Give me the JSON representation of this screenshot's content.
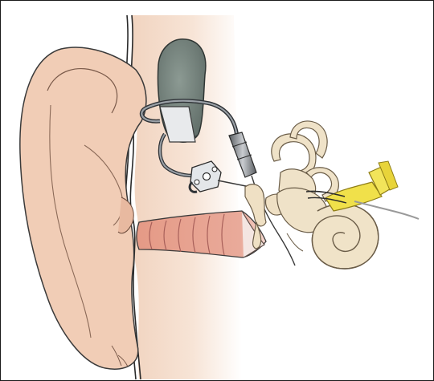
{
  "figure": {
    "frame_color": "#1a1a1a",
    "colors": {
      "skin": "#f3d6c2",
      "skin_shadow": "#e9bfa6",
      "skin_fade": "#f7e2d3",
      "ear_canal": "#e6a596",
      "ear_canal_rib": "#b8706a",
      "implant_body": "#6f7e78",
      "wire": "#6e7276",
      "connector": "#d9dcdf",
      "bone": "#efe2c8",
      "bone_outline": "#6b5d48",
      "nerve": "#f0e04a",
      "nerve_outline": "#8e7d16",
      "outline": "#3a3a3a"
    },
    "parts": [
      "outer-ear",
      "skin-layer",
      "ear-canal",
      "eardrum",
      "implant-receiver",
      "implant-lead",
      "coupling-connector",
      "actuator-rod",
      "ossicles",
      "semicircular-canals",
      "cochlea",
      "auditory-nerve"
    ]
  }
}
